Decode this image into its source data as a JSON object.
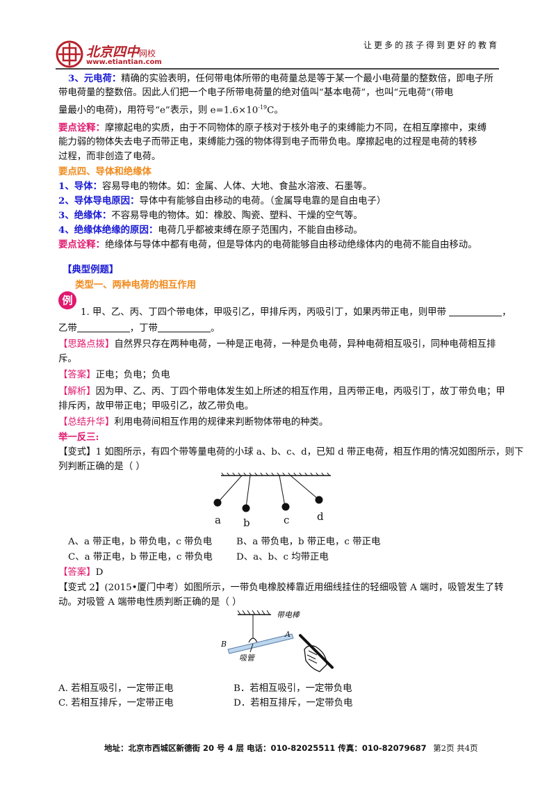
{
  "header": {
    "logo_cn": "北京四中",
    "logo_sub": "网校",
    "logo_url": "www.etiantian.com",
    "slogan": "让更多的孩子得到更好的教育"
  },
  "s3": {
    "head": "3、元电荷：",
    "l1": "精确的实验表明，任何带电体所带的电荷量总是等于某一个最小电荷量的整数倍，即电子所",
    "l2": "带电荷量的整数倍。因此人们把一个电子所带电荷量的绝对值叫“基本电荷”，也叫“元电荷”(带电",
    "l3a": "量最小的电荷)，用符号“e”表示，则 e=1.6×10",
    "l3sup": "-19",
    "l3b": "C。"
  },
  "note1": {
    "head": "要点诠释：",
    "l1": "摩擦起电的实质，由于不同物体的原子核对于核外电子的束缚能力不同，在相互摩擦中，束缚",
    "l2": "能力弱的物体失去电子而带正电，束缚能力强的物体得到电子而带负电。摩擦起电的过程是电荷的转移",
    "l3": "过程，而非创造了电荷。"
  },
  "p4": {
    "title": "要点四、导体和绝缘体",
    "i1h": "1、导体：",
    "i1": "容易导电的物体。如：金属、人体、大地、食盐水溶液、石墨等。",
    "i2h": "2、导体导电原因：",
    "i2": "导体中有能够自由移动的电荷。（金属导电靠的是自由电子）",
    "i3h": "3、绝缘体：",
    "i3": "不容易导电的物体。如：橡胶、陶瓷、塑料、干燥的空气等。",
    "i4h": "4、绝缘体绝缘的原因：",
    "i4": "电荷几乎都被束缚在原子范围内，不能自由移动。",
    "nh": "要点诠释：",
    "n": "绝缘体与导体中都有电荷，但是导体内的电荷能够自由移动绝缘体内的电荷不能自由移动。"
  },
  "examples": {
    "title": "【典型例题】",
    "type1": "类型一、两种电荷的相互作用",
    "badge": "例",
    "q1a": "1.  甲、乙、丙、丁四个带电体，甲吸引乙，甲排斥丙，丙吸引丁，如果丙带正电，则甲带",
    "q1b": "乙带",
    "q1c": "，丁带",
    "q1d": "。",
    "hint_tag": "【思路点拨】",
    "hint1": "自然界只存在两种电荷，一种是正电荷，一种是负电荷，异种电荷相互吸引，同种电荷相互排",
    "hint2": "斥。",
    "ans_tag": "【答案】",
    "ans": "正电；负电；负电",
    "ana_tag": "【解析】",
    "ana1": "因为甲、乙、丙、丁四个带电体发生如上所述的相互作用，且丙带正电，丙吸引丁，故丁带负电；甲",
    "ana2": "排斥丙，故甲带正电；甲吸引乙，故乙带负电。",
    "sum_tag": "【总结升华】",
    "sum": "利用电荷间相互作用的规律来判断物体带电的种类。",
    "practice": "举一反三:"
  },
  "v1": {
    "tag": "【变式】",
    "l1": "1 如图所示，有四个带等量电荷的小球 a、b、c、d，已知 d 带正电荷，相互作用的情况如图所示，则下",
    "l2": "列判断正确的是（      ）",
    "balls": [
      "a",
      "b",
      "c",
      "d"
    ],
    "optA": "A、a 带正电，b 带负电，c 带负电",
    "optB": "B、a 带负电，b 带正电，c 带正电",
    "optC": "C、a 带正电，b 带正电，c 带负电",
    "optD": "D、a、b、c     均带正电",
    "ans_tag": "【答案】",
    "ans": "D"
  },
  "v2": {
    "tag": "【变式 2】",
    "l1": "(2015•厦门中考）如图所示，一带负电橡胶棒靠近用细线挂住的轻细吸管 A 端时，吸管发生了转",
    "l2": "动。对吸管 A 端带电性质判断正确的是（      ）",
    "fig_rod": "带电棒",
    "fig_tube": "吸管",
    "fig_A": "A",
    "fig_B": "B",
    "optA": "A. 若相互吸引，一定带正电",
    "optB": "B．若相互吸引，一定带负电",
    "optC": "C. 若相互排斥，一定带正电",
    "optD": "D．若相互排斥，一定带负电"
  },
  "footer": {
    "text": "地址：北京市西城区新德街 20 号 4 层  电话：010-82025511  传真：010-82079687",
    "page": "第2页  共4页"
  },
  "colors": {
    "blue": "#1a1ad4",
    "red": "#e0196e",
    "orange": "#f08a1c",
    "logo_red": "#b8202a"
  }
}
